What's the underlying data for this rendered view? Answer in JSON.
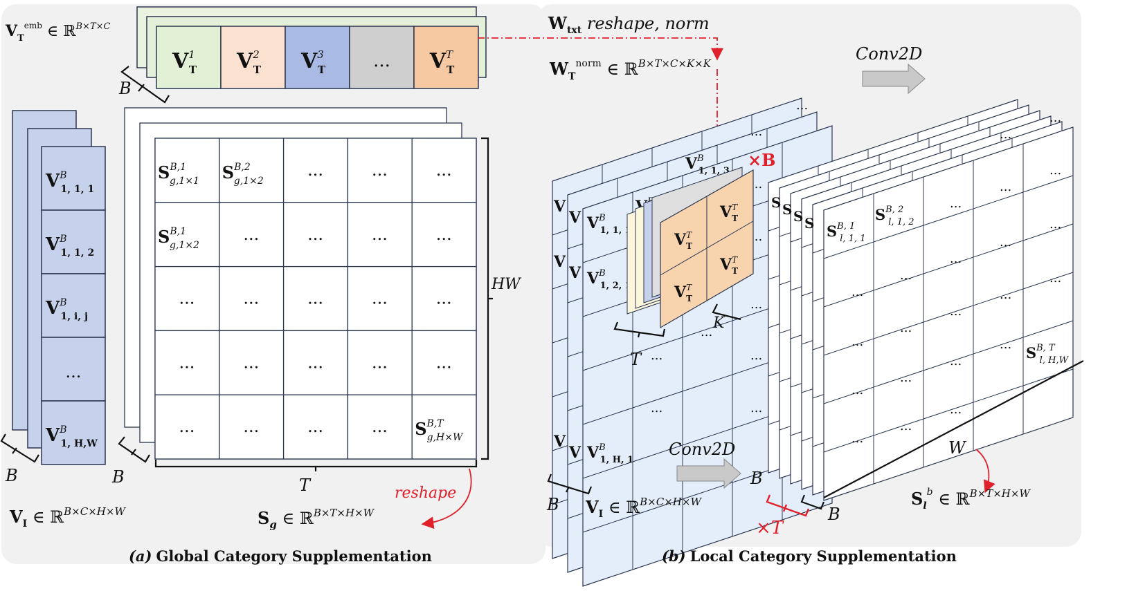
{
  "colors": {
    "panel_bg": "#f1f1f1",
    "blue": "#c6d1ec",
    "light_blue": "#e4eefa",
    "green": "#e2f0d6",
    "peach": "#fbe1cf",
    "mid_blue": "#a9bbe4",
    "gray": "#cfcfcf",
    "orange": "#f7c9a2",
    "cream": "#fbf6dc",
    "red": "#e0202a"
  },
  "panel_a": {
    "caption_prefix": "(a)",
    "caption": "Global Category Supplementation",
    "text_emb": {
      "symbol": "V",
      "sub": "T",
      "sup": "emb",
      "rest": " ∈ ℝ",
      "shape": "B×T×C"
    },
    "text_tokens": [
      {
        "sup": "1",
        "color": "#e2f0d6"
      },
      {
        "sup": "2",
        "color": "#fbe1cf"
      },
      {
        "sup": "3",
        "color": "#a9bbe4"
      },
      {
        "label": "...",
        "color": "#cfcfcf"
      },
      {
        "sup": "T",
        "color": "#f7c9a2"
      }
    ],
    "image_cells": [
      {
        "sup": "B",
        "sub": "1, 1, 1"
      },
      {
        "sup": "B",
        "sub": "1, 1, 2"
      },
      {
        "sup": "B",
        "sub": "1, i, j"
      },
      {
        "label": "..."
      },
      {
        "sup": "B",
        "sub": "1, H,W"
      }
    ],
    "sim_rows": [
      [
        "S^{B,1}_{g,1×1}",
        "S^{B,2}_{g,1×2}",
        "...",
        "...",
        "..."
      ],
      [
        "S^{B,1}_{g,1×2}",
        "...",
        "...",
        "...",
        "..."
      ],
      [
        "...",
        "...",
        "...",
        "...",
        "..."
      ],
      [
        "...",
        "...",
        "...",
        "...",
        "..."
      ],
      [
        "...",
        "...",
        "...",
        "...",
        "S^{B,T}_{g,H×W}"
      ]
    ],
    "label_hw": "HW",
    "label_t": "T",
    "label_b1": "B",
    "label_b2": "B",
    "label_b3": "B",
    "reshape": "reshape",
    "vi_formula": {
      "symbol": "V",
      "sub": "I",
      "rest": " ∈ ℝ",
      "shape": "B×C×H×W"
    },
    "sg_formula": {
      "symbol": "S",
      "sub": "g",
      "rest": " ∈ ℝ",
      "shape": "B×T×H×W"
    }
  },
  "panel_b": {
    "caption_prefix": "(b)",
    "caption": "Local Category Supplementation",
    "wtxt": {
      "symbol": "W",
      "sub": "txt",
      "rest": " reshape, norm"
    },
    "wnorm": {
      "symbol": "W",
      "sub": "T",
      "sup": "norm",
      "rest": " ∈ ℝ",
      "shape": "B×T×C×K×K"
    },
    "conv_top": "Conv2D",
    "conv_bottom": "Conv2D",
    "times_b": "×B",
    "times_t": "×T",
    "label_k": "K",
    "label_t": "T",
    "label_w": "W",
    "label_b_left": "B",
    "label_b_mid": "B",
    "label_b_right": "B",
    "feature_cells": [
      {
        "sup": "B",
        "sub": "1, 1, 1"
      },
      {
        "sup": "B",
        "sub": "1, 1, 2"
      },
      {
        "sup": "B",
        "sub": "1, 1, 3"
      },
      {
        "sup": "B",
        "sub": "1, 2, 1"
      },
      {
        "sup": "B",
        "sub": "1, H, 1"
      }
    ],
    "kernel_cells": [
      "T",
      "T",
      "T",
      "T"
    ],
    "out_cells": [
      {
        "sup": "B, 1",
        "sub": "l, 1, 1"
      },
      {
        "sup": "B, 2",
        "sub": "l, 1, 2"
      },
      {
        "sup": "B, T",
        "sub": "l, H,W"
      }
    ],
    "dots": "...",
    "vi_formula": {
      "symbol": "V",
      "sub": "I",
      "rest": " ∈ ℝ",
      "shape": "B×C×H×W"
    },
    "sl_formula": {
      "symbol": "S",
      "sub": "l",
      "sup": "b",
      "rest": " ∈ ℝ",
      "shape": "B×T×H×W"
    }
  }
}
